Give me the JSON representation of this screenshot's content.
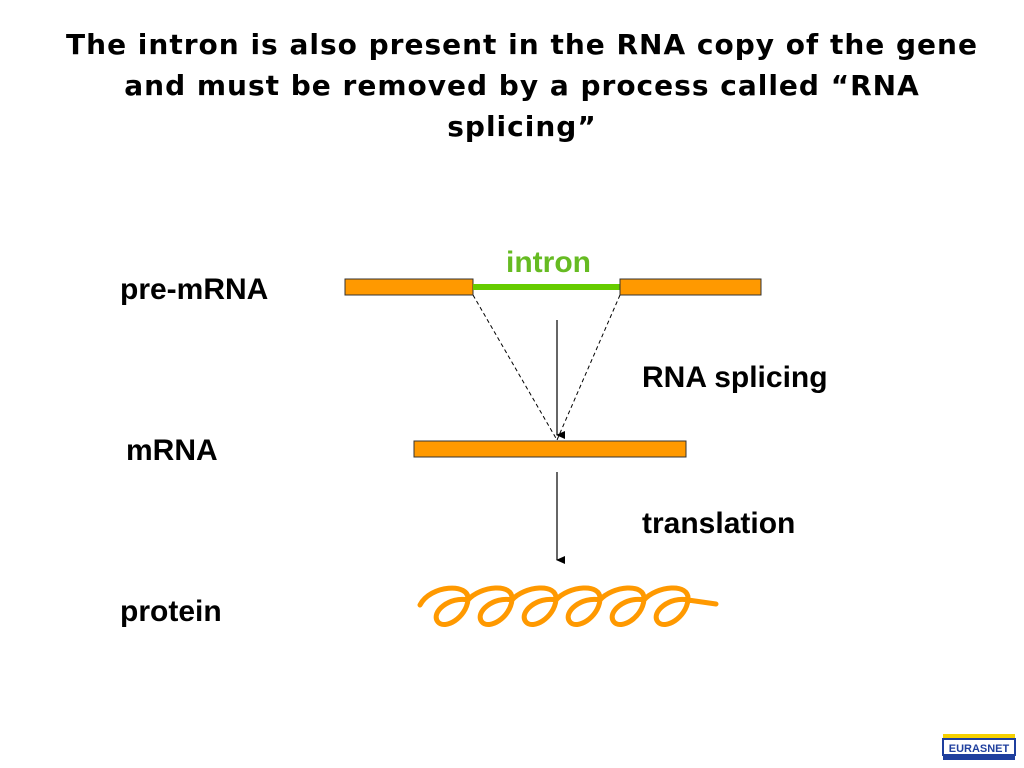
{
  "title": {
    "line1": "The intron is also present in the RNA copy of the gene",
    "line2": "and must be removed by a process called “RNA",
    "line3": "splicing”"
  },
  "labels": {
    "pre_mrna": "pre-mRNA",
    "mrna": "mRNA",
    "protein": "protein",
    "intron": "intron",
    "rna_splicing": "RNA splicing",
    "translation": "translation"
  },
  "logo": {
    "text": "EURASNET"
  },
  "colors": {
    "exon": "#ff9900",
    "intron": "#66cc00",
    "protein": "#ff9900",
    "logo_blue": "#1f3f9e",
    "logo_yellow": "#f5d000"
  }
}
